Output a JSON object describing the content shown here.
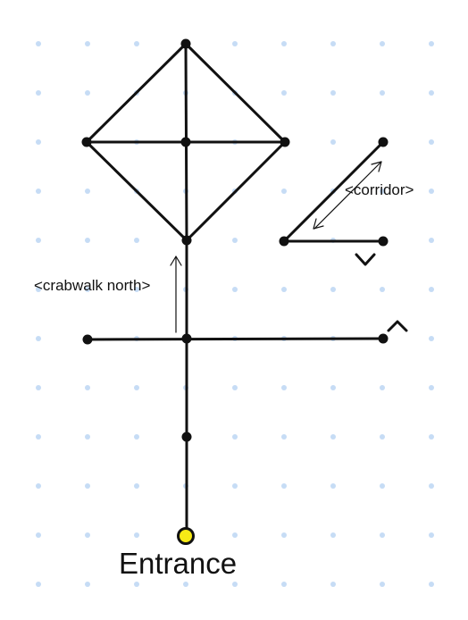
{
  "colors": {
    "grid_dot": "#c6dcf5",
    "line": "#111111",
    "node": "#111111",
    "entrance_fill": "#f7ea16",
    "entrance_stroke": "#111111"
  },
  "labels": {
    "crabwalk": "<crabwalk north>",
    "corridor": "<corridor>",
    "entrance": "Entrance",
    "down_mark": "V",
    "up_mark": "^"
  }
}
